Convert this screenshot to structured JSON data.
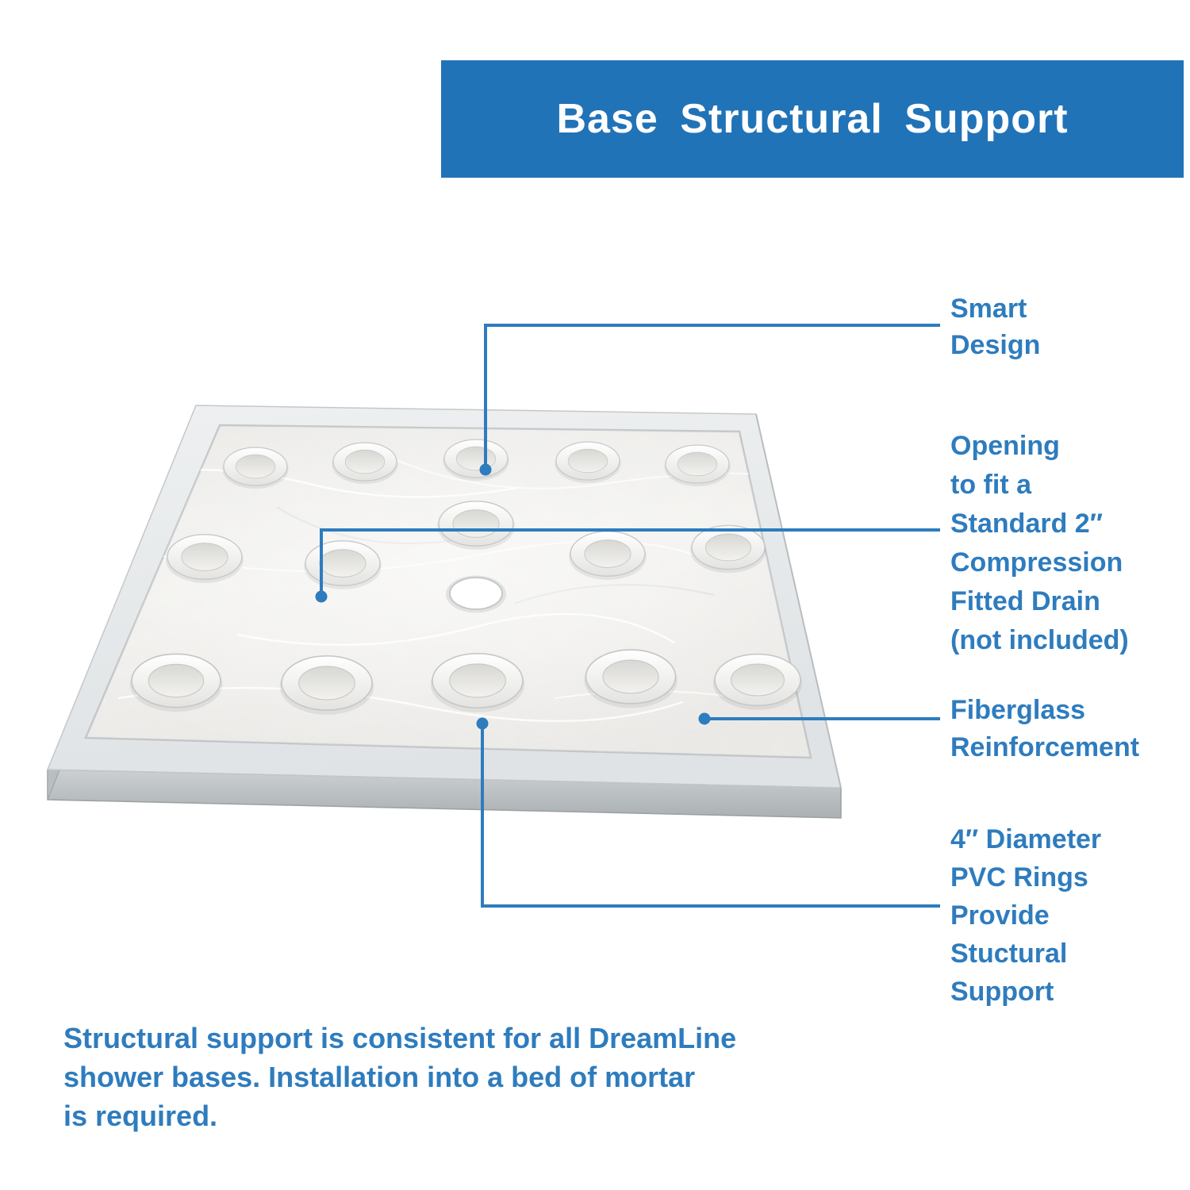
{
  "header": {
    "title": "Base Structural Support"
  },
  "callouts": {
    "smart_design": {
      "lines": [
        "Smart",
        "Design"
      ]
    },
    "drain_opening": {
      "lines": [
        "Opening",
        "to fit a",
        "Standard 2″",
        "Compression",
        "Fitted Drain",
        "(not included)"
      ]
    },
    "fiberglass": {
      "lines": [
        "Fiberglass",
        "Reinforcement"
      ]
    },
    "pvc_rings": {
      "lines": [
        "4″ Diameter",
        "PVC Rings",
        "Provide",
        "Stuctural",
        "Support"
      ]
    }
  },
  "footer_note": {
    "lines": [
      "Structural support is consistent for all DreamLine",
      "shower bases. Installation into a bed of mortar",
      "is required."
    ]
  },
  "illustration": {
    "description": "Underside view of a shower base pan with structural PVC support rings and a central drain opening",
    "pvc_ring_count": 15
  },
  "colors": {
    "banner_blue": "#2173b8",
    "accent_blue": "#2e7cbe",
    "banner_text": "#ffffff"
  }
}
